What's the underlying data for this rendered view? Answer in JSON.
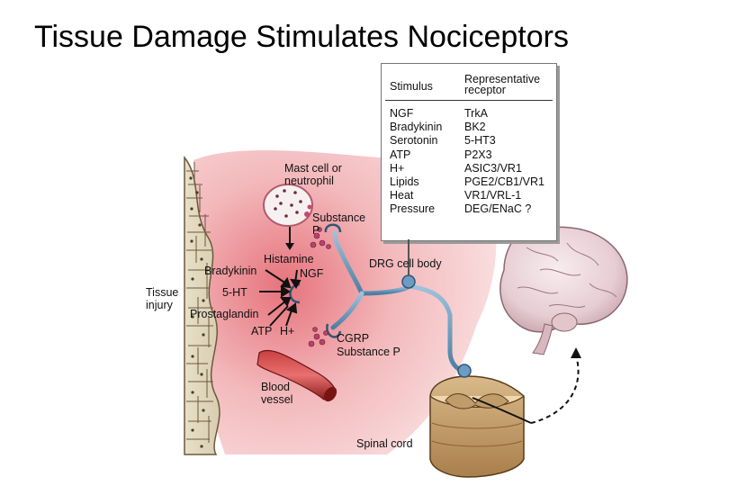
{
  "title": "Tissue Damage Stimulates Nociceptors",
  "table": {
    "headers": [
      "Stimulus",
      "Representative receptor"
    ],
    "rows": [
      [
        "NGF",
        "TrkA"
      ],
      [
        "Bradykinin",
        "BK2"
      ],
      [
        "Serotonin",
        "5-HT3"
      ],
      [
        "ATP",
        "P2X3"
      ],
      [
        "H+",
        "ASIC3/VR1"
      ],
      [
        "Lipids",
        "PGE2/CB1/VR1"
      ],
      [
        "Heat",
        "VR1/VRL-1"
      ],
      [
        "Pressure",
        "DEG/ENaC ?"
      ]
    ]
  },
  "labels": {
    "mast_cell": "Mast cell or neutrophil",
    "substance_p_top": "Substance P",
    "histamine": "Histamine",
    "ngf": "NGF",
    "bradykinin": "Bradykinin",
    "five_ht": "5-HT",
    "tissue_injury": "Tissue injury",
    "prostaglandin": "Prostaglandin",
    "atp": "ATP",
    "h_plus": "H+",
    "cgrp": "CGRP",
    "substance_p_bottom": "Substance P",
    "drg_cell_body": "DRG cell body",
    "blood_vessel": "Blood vessel",
    "spinal_cord": "Spinal cord"
  }
}
